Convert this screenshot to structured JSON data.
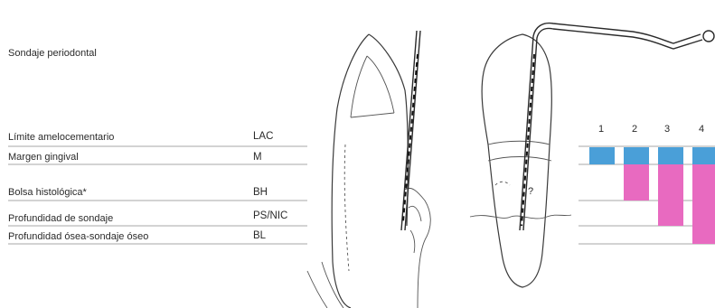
{
  "title": "Sondaje periodontal",
  "rows": [
    {
      "label": "Límite amelocementario",
      "abbr": "LAC"
    },
    {
      "label": "Margen gingival",
      "abbr": "M"
    },
    {
      "label": "Bolsa histológica*",
      "abbr": "BH"
    },
    {
      "label": "Profundidad de sondaje",
      "abbr": "PS/NIC"
    },
    {
      "label": "Profundidad ósea-sondaje óseo",
      "abbr": "BL"
    }
  ],
  "columns": [
    "1",
    "2",
    "3",
    "4"
  ],
  "question_mark": "?",
  "colors": {
    "blue": "#4a9fd8",
    "pink": "#e86ac0",
    "line": "#3a3a3a"
  }
}
